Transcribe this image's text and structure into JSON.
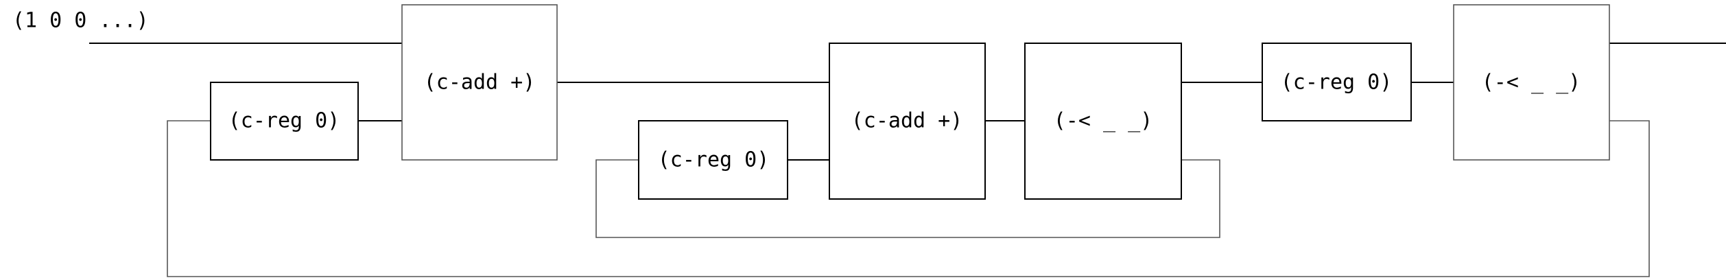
{
  "diagram": {
    "input_label": "(1 0 0 ...)",
    "blocks": {
      "creg_a": "(c-reg 0)",
      "cadd_a": "(c-add +)",
      "creg_b": "(c-reg 0)",
      "cadd_b": "(c-add +)",
      "fork_a": "(-< _ _)",
      "creg_c": "(c-reg 0)",
      "fork_b": "(-< _ _)"
    }
  }
}
